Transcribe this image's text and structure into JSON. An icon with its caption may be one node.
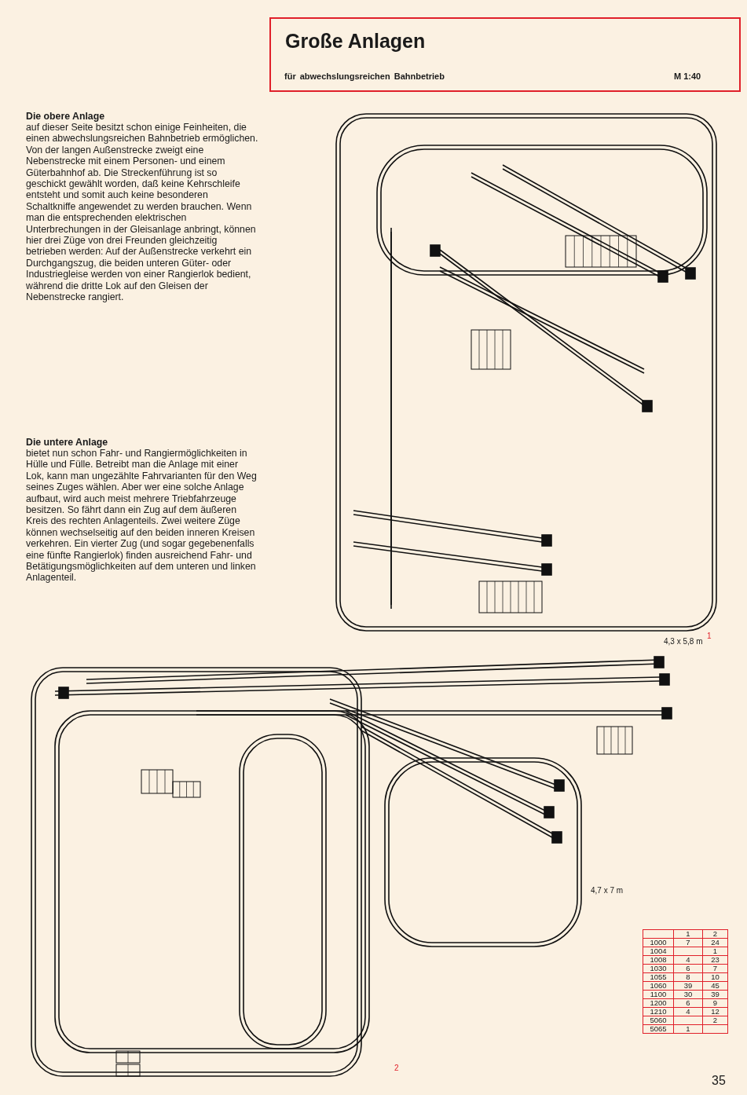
{
  "diagram": {
    "title": "Große Anlagen",
    "labels": [
      "für abwechslungsreichen Bahnbetrieb",
      "M 1:40",
      "Die obere Anlage",
      "auf dieser Seite besitzt schon einige Feinheiten, die einen abwechslungsreichen Bahnbetrieb ermöglichen. Von der langen Außenstrecke zweigt eine Nebenstrecke mit einem Personen- und einem Güterbahnhof ab. Die Streckenführung ist so geschickt gewählt worden, daß keine Kehrschleife entsteht und somit auch keine besonderen Schaltkniffe angewendet zu werden brauchen. Wenn man die entsprechenden elektrischen Unterbrechungen in der Gleisanlage anbringt, können hier drei Züge von drei Freunden gleichzeitig betrieben werden: Auf der Außenstrecke verkehrt ein Durchgangszug, die beiden unteren Güter- oder Industriegleise werden von einer Rangierlok bedient, während die dritte Lok auf den Gleisen der Nebenstrecke rangiert.",
      "Die untere Anlage",
      "bietet nun schon Fahr- und Rangiermöglichkeiten in Hülle und Fülle. Betreibt man die Anlage mit einer Lok, kann man ungezählte Fahrvarianten für den Weg seines Zuges wählen. Aber wer eine solche Anlage aufbaut, wird auch meist mehrere Triebfahrzeuge besitzen. So fährt dann ein Zug auf dem äußeren Kreis des rechten Anlagenteils. Zwei weitere Züge können wechselseitig auf den beiden inneren Kreisen verkehren. Ein vierter Zug (und sogar gegebenenfalls eine fünfte Rangierlok) finden ausreichend Fahr- und Betätigungsmöglichkeiten auf dem unteren und linken Anlagenteil.",
      "4,3 x 5,8 m",
      "1",
      "4,7 x 7 m",
      "1",
      "2",
      "1000",
      "7",
      "24",
      "1004",
      "1",
      "1008",
      "4",
      "23",
      "1030",
      "6",
      "7",
      "1055",
      "8",
      "10",
      "1060",
      "39",
      "45",
      "1100",
      "30",
      "39",
      "1200",
      "6",
      "9",
      "1210",
      "4",
      "12",
      "5060",
      "2",
      "5065",
      "1",
      "2",
      "35"
    ]
  }
}
